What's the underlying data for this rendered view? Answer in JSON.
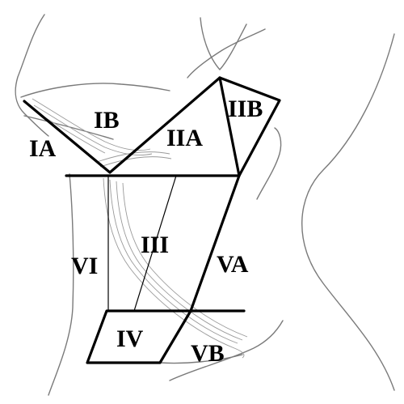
{
  "diagram": {
    "labels": {
      "IA": "IA",
      "IB": "IB",
      "IIA": "IIA",
      "IIB": "IIB",
      "III": "III",
      "IV": "IV",
      "VA": "VA",
      "VB": "VB",
      "VI": "VI"
    }
  }
}
